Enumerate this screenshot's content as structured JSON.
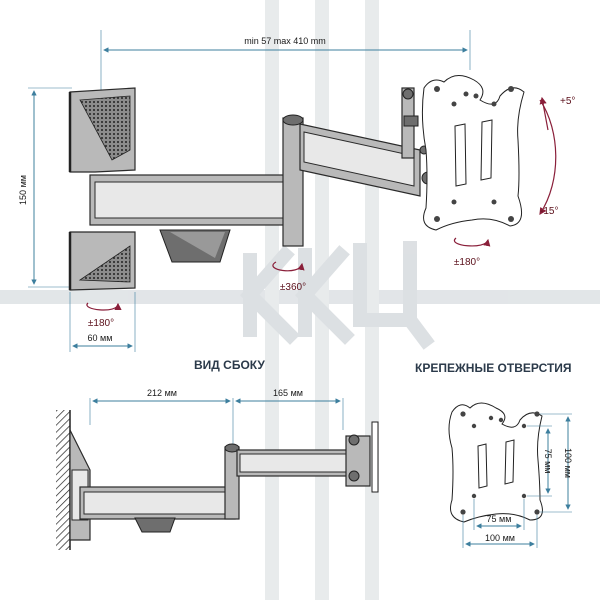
{
  "top_view": {
    "reach_label": "min 57 max 410 mm",
    "height_label": "150 мм",
    "wall_width_label": "60 мм",
    "wall_rotation_label": "±180°",
    "arm_rotation_label": "±360°",
    "head_rotation_label": "±180°",
    "tilt_up_label": "+5°",
    "tilt_down_label": "-15°"
  },
  "side_view": {
    "title": "ВИД СБОКУ",
    "dim_left_label": "212 мм",
    "dim_right_label": "165 мм"
  },
  "holes_view": {
    "title": "КРЕПЕЖНЫЕ ОТВЕРСТИЯ",
    "outer_width_label": "100 мм",
    "inner_width_label": "75 мм",
    "outer_height_label": "100 мм",
    "inner_height_label": "75 мм"
  },
  "watermark": "ККЦ",
  "colors": {
    "dimension": "#3d7f9e",
    "rotation": "#8a1f3a",
    "part": "#b9b9b9",
    "edge": "#2a2a2a"
  }
}
